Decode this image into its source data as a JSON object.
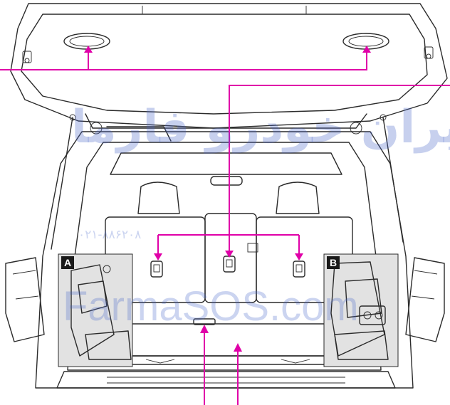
{
  "insets": {
    "a": {
      "label": "A"
    },
    "b": {
      "label": "B"
    }
  },
  "watermark": {
    "brand_latin": "FarmaSOS.com",
    "brand_persian": "ایران خودرو فارما",
    "phone": "۰۲۱-۸۸۶۲۰۸"
  },
  "colors": {
    "callout": "#e000a8",
    "line_art": "#2b2b2b",
    "inset_fill": "#e2e2e2",
    "watermark": "#4664c8"
  }
}
